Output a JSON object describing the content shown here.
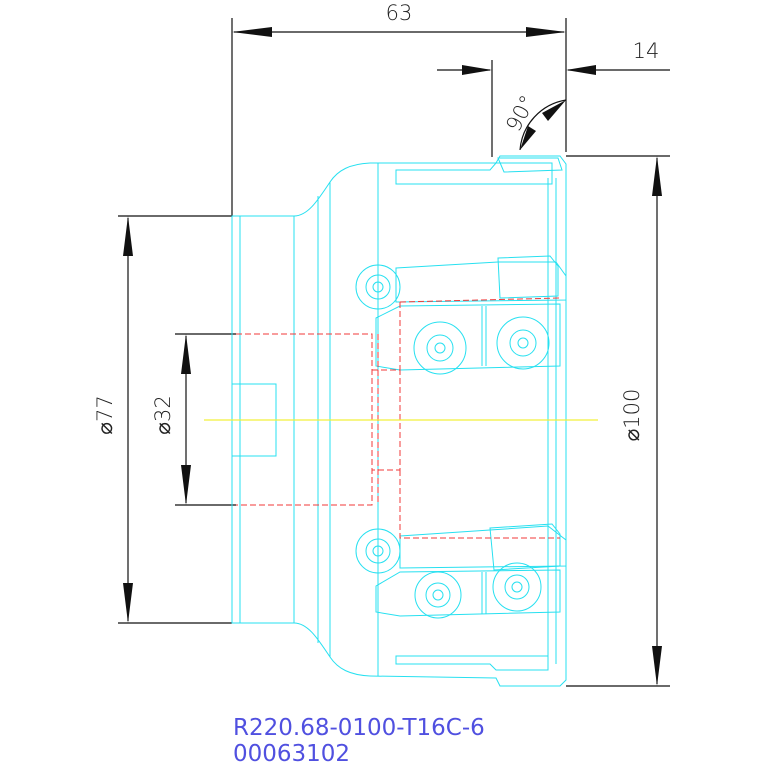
{
  "dimensions": {
    "overall_length": "63",
    "insert_length": "14",
    "entering_angle": "90°",
    "shank_diameter": "⌀77",
    "bore_diameter": "⌀32",
    "cutting_diameter": "⌀100"
  },
  "caption": {
    "part_number": "R220.68-0100-T16C-6",
    "item_code": "00063102"
  },
  "colors": {
    "outline": "#27e0f0",
    "hidden_lines": "#f03a3a",
    "center_line": "#f2f03a",
    "dimension_lines": "#111111",
    "caption": "#5050e0"
  }
}
